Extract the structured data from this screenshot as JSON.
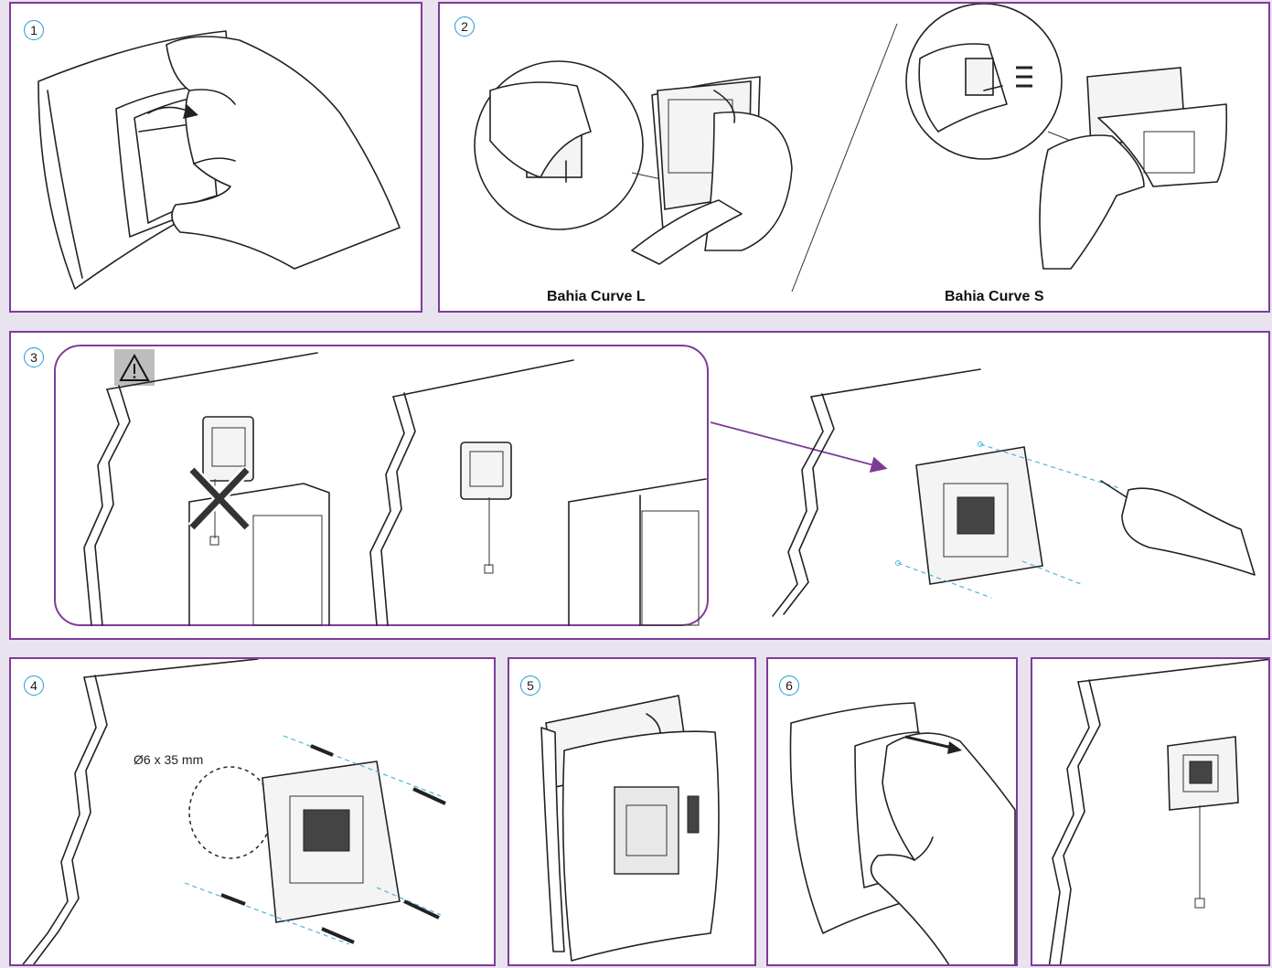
{
  "steps": {
    "s1": {
      "number": "1"
    },
    "s2": {
      "number": "2",
      "caption_left": "Bahia Curve L",
      "caption_right": "Bahia Curve S"
    },
    "s3": {
      "number": "3"
    },
    "s4": {
      "number": "4",
      "dimension": "Ø6 x 35 mm"
    },
    "s5": {
      "number": "5"
    },
    "s6": {
      "number": "6"
    }
  },
  "colors": {
    "frame": "#7d3c98",
    "badge": "#1e9bd7",
    "background": "#e9e2ef",
    "guide": "#49b6e0"
  }
}
